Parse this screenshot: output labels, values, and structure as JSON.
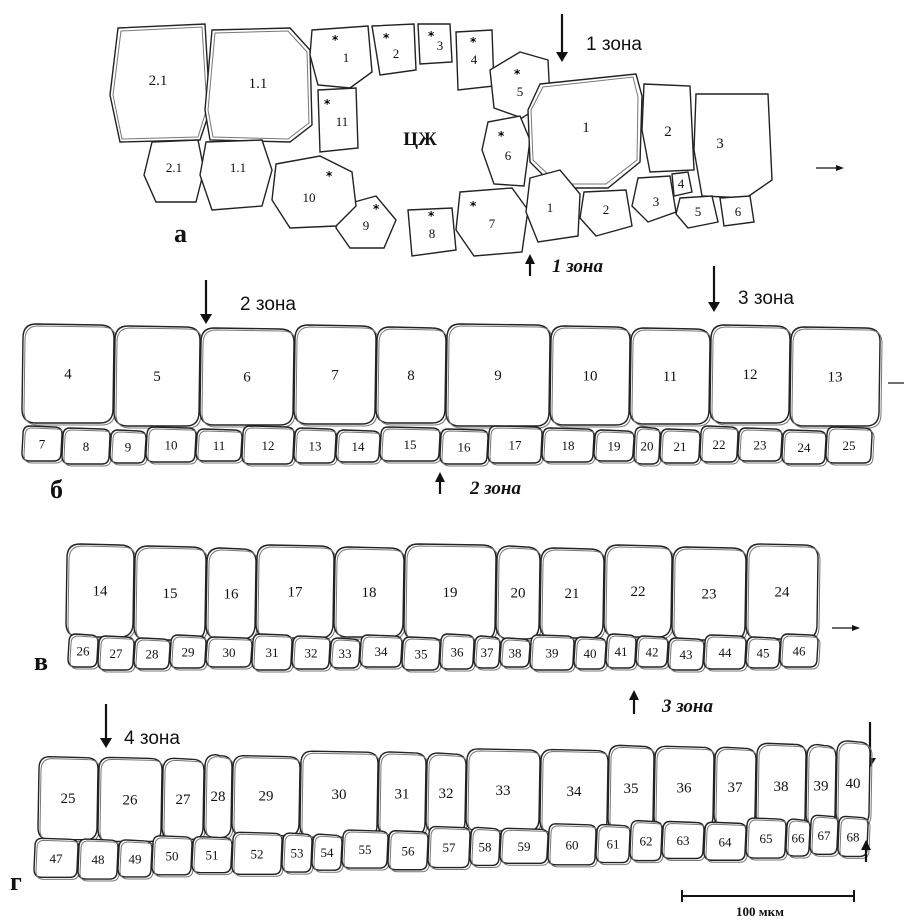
{
  "panels": [
    {
      "letter": "а"
    },
    {
      "letter": "б"
    },
    {
      "letter": "в"
    },
    {
      "letter": "г"
    }
  ],
  "center_label": "ЦЖ",
  "zones": {
    "zone1_top": "1 зона",
    "zone1_bottom": "1 зона",
    "zone2_top": "2 зона",
    "zone2_bottom": "2 зона",
    "zone3_top": "3 зона",
    "zone3_bottom": "3 зона",
    "zone4_top": "4 зона"
  },
  "scale_bar": {
    "label": "100 мкм"
  },
  "panel_a": {
    "ring_cells": [
      "1",
      "2",
      "3",
      "4",
      "5",
      "6",
      "7",
      "8",
      "9",
      "10",
      "11"
    ],
    "cells": [
      "2.1",
      "1.1",
      "2.1",
      "1.1",
      "1",
      "2",
      "3",
      "1",
      "2",
      "3",
      "4",
      "5",
      "6"
    ]
  },
  "panel_b": {
    "upper": [
      "4",
      "5",
      "6",
      "7",
      "8",
      "9",
      "10",
      "11",
      "12",
      "13"
    ],
    "lower": [
      "7",
      "8",
      "9",
      "10",
      "11",
      "12",
      "13",
      "14",
      "15",
      "16",
      "17",
      "18",
      "19",
      "20",
      "21",
      "22",
      "23",
      "24",
      "25"
    ]
  },
  "panel_c": {
    "upper": [
      "14",
      "15",
      "16",
      "17",
      "18",
      "19",
      "20",
      "21",
      "22",
      "23",
      "24"
    ],
    "lower": [
      "26",
      "27",
      "28",
      "29",
      "30",
      "31",
      "32",
      "33",
      "34",
      "35",
      "36",
      "37",
      "38",
      "39",
      "40",
      "41",
      "42",
      "43",
      "44",
      "45",
      "46"
    ]
  },
  "panel_d": {
    "upper": [
      "25",
      "26",
      "27",
      "28",
      "29",
      "30",
      "31",
      "32",
      "33",
      "34",
      "35",
      "36",
      "37",
      "38",
      "39",
      "40"
    ],
    "lower": [
      "47",
      "48",
      "49",
      "50",
      "51",
      "52",
      "53",
      "54",
      "55",
      "56",
      "57",
      "58",
      "59",
      "60",
      "61",
      "62",
      "63",
      "64",
      "65",
      "66",
      "67",
      "68"
    ]
  }
}
